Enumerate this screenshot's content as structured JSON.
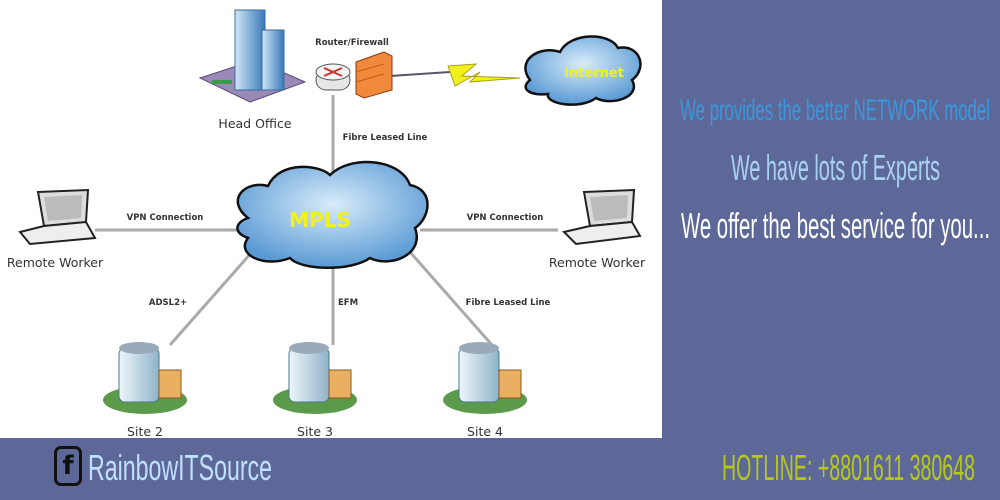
{
  "diagram": {
    "head_office": "Head Office",
    "router_firewall": "Router/Firewall",
    "internet": "Internet",
    "mpls": "MPLS",
    "fibre_top": "Fibre Leased Line",
    "vpn_left": "VPN Connection",
    "vpn_right": "VPN Connection",
    "remote_left": "Remote Worker",
    "remote_right": "Remote Worker",
    "link_site2": "ADSL2+",
    "link_site3": "EFM",
    "link_site4": "Fibre Leased Line",
    "site2": "Site 2",
    "site3": "Site 3",
    "site4": "Site 4"
  },
  "taglines": [
    "We provides the better NETWORK model",
    "We have lots of Experts",
    "We offer the best service for you..."
  ],
  "footer": {
    "facebook_icon": "f",
    "brand": "RainbowITSource",
    "hotline": "HOTLINE: +8801611 380648"
  },
  "colors": {
    "background": "#5d6898",
    "hotline": "#b6c81c",
    "cloud_text": "#f2f21a"
  }
}
